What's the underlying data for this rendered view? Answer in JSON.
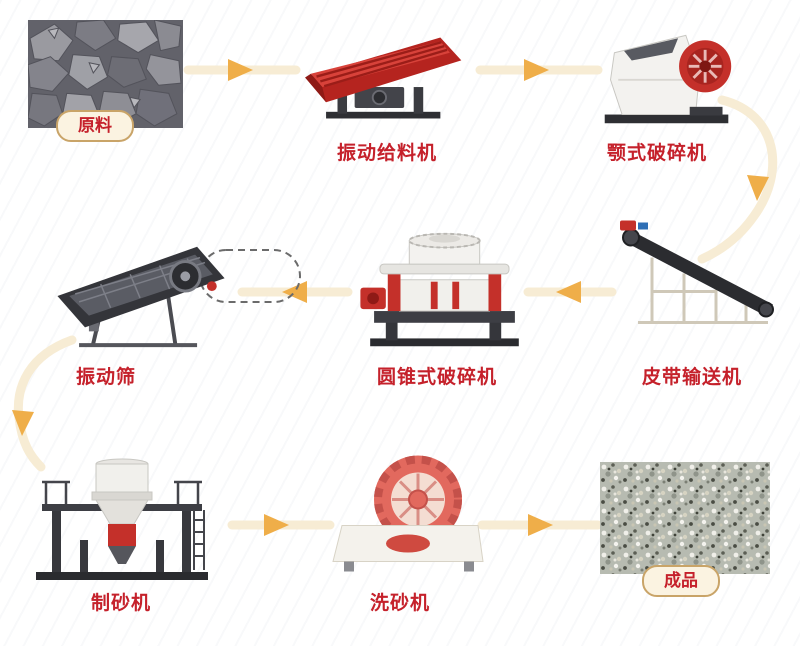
{
  "diagram": {
    "type": "process-flow",
    "subject": "sand production line",
    "stages": {
      "raw": {
        "label": "原料"
      },
      "feeder": {
        "label": "振动给料机"
      },
      "jaw": {
        "label": "颚式破碎机"
      },
      "conveyor": {
        "label": "皮带输送机"
      },
      "cone": {
        "label": "圆锥式破碎机"
      },
      "screen": {
        "label": "振动筛"
      },
      "sand_maker": {
        "label": "制砂机"
      },
      "washer": {
        "label": "洗砂机"
      },
      "product": {
        "label": "成品"
      }
    },
    "flow_order": [
      "raw",
      "feeder",
      "jaw",
      "conveyor",
      "cone",
      "screen",
      "sand_maker",
      "washer",
      "product"
    ],
    "recirculation_loop": [
      "screen",
      "cone"
    ],
    "colors": {
      "label_red": "#c5212b",
      "tag_border": "#c9a468",
      "tag_background": "#fbf3e1",
      "arrow_track": "#f7ecd4",
      "arrow_head": "#efae49",
      "machine_red": "#c4302a",
      "machine_dark": "#34353a"
    }
  }
}
